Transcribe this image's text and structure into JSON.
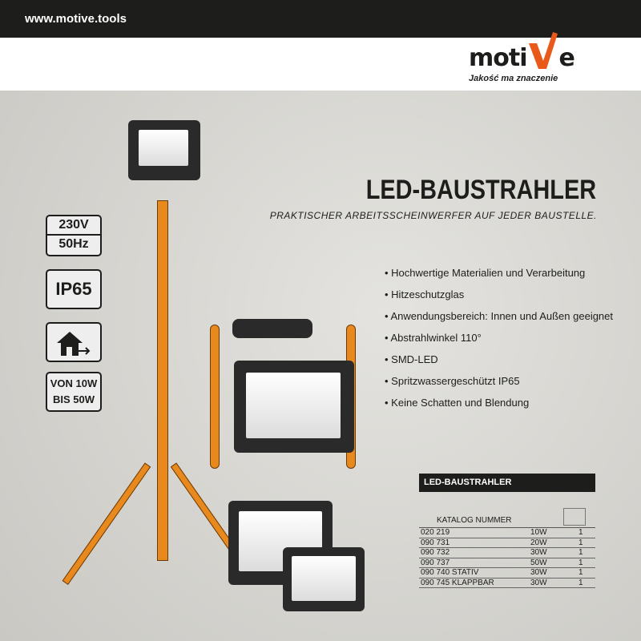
{
  "header": {
    "url": "www.motive.tools",
    "brand": "motiVe",
    "tagline": "Jakość ma znaczenie",
    "brand_color": "#e8591a"
  },
  "title": "LED-BAUSTRAHLER",
  "subtitle": "PRAKTISCHER ARBEITSSCHEINWERFER AUF JEDER BAUSTELLE.",
  "features": [
    "Hochwertige Materialien und Verarbeitung",
    "Hitzeschutzglas",
    "Anwendungsbereich: Innen und Außen geeignet",
    "Abstrahlwinkel 110°",
    "SMD-LED",
    "Spritzwassergeschützt IP65",
    "Keine Schatten und Blendung"
  ],
  "badges": {
    "voltage": "230V",
    "freq": "50Hz",
    "ip": "IP65",
    "indoor_icon": "house-arrow-icon",
    "power1": "VON 10W",
    "power2": "BIS 50W"
  },
  "table": {
    "title": "LED-BAUSTRAHLER",
    "col_label": "KATALOG NUMMER",
    "box_icon": "box-icon",
    "rows": [
      [
        "020 219",
        "10W",
        "1"
      ],
      [
        "090 731",
        "20W",
        "1"
      ],
      [
        "090 732",
        "30W",
        "1"
      ],
      [
        "090 737",
        "50W",
        "1"
      ],
      [
        "090 740 STATIV",
        "30W",
        "1"
      ],
      [
        "090 745 KLAPPBAR",
        "30W",
        "1"
      ]
    ]
  }
}
